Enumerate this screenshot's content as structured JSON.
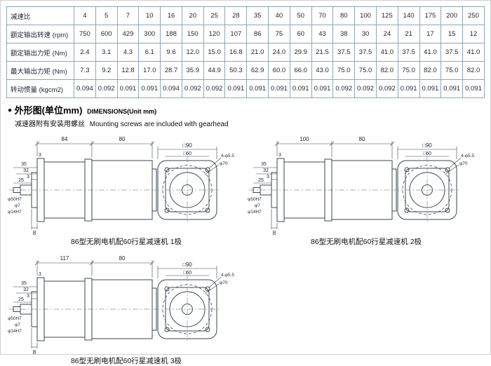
{
  "table": {
    "col_header": "减速比",
    "ratios": [
      "4",
      "5",
      "7",
      "10",
      "16",
      "20",
      "25",
      "28",
      "35",
      "40",
      "50",
      "70",
      "80",
      "100",
      "125",
      "140",
      "175",
      "200",
      "250"
    ],
    "rows": [
      {
        "label": "额定输出转速 (rpm)",
        "values": [
          "750",
          "600",
          "429",
          "300",
          "188",
          "150",
          "120",
          "107",
          "86",
          "75",
          "60",
          "43",
          "38",
          "30",
          "24",
          "21",
          "17",
          "15",
          "12"
        ]
      },
      {
        "label": "额定输出力矩 (Nm)",
        "values": [
          "2.4",
          "3.1",
          "4.3",
          "6.1",
          "9.6",
          "12.0",
          "15.0",
          "16.8",
          "21.0",
          "24.0",
          "29.9",
          "21.5",
          "37.5",
          "37.5",
          "41.0",
          "37.5",
          "41.0",
          "37.5",
          "41.0"
        ]
      },
      {
        "label": "最大输出力矩 (Nm)",
        "values": [
          "7.3",
          "9.2",
          "12.8",
          "17.0",
          "28.7",
          "35.9",
          "44.9",
          "50.3",
          "62.9",
          "60.0",
          "66.0",
          "43.0",
          "75.0",
          "75.0",
          "82.0",
          "75.0",
          "82.0",
          "75.0",
          "82.0"
        ]
      },
      {
        "label": "转动惯量 (kgcm2)",
        "values": [
          "0.094",
          "0.092",
          "0.091",
          "0.091",
          "0.094",
          "0.092",
          "0.092",
          "0.091",
          "0.091",
          "0.091",
          "0.091",
          "0.091",
          "0.092",
          "0.092",
          "0.092",
          "0.091",
          "0.091",
          "0.091",
          "0.091"
        ]
      }
    ]
  },
  "section": {
    "bullet": "●",
    "title_cn": "外形图(单位mm)",
    "title_en": "DIMENSIONS(Unit mm)",
    "note_cn": "减速器附有安装用螺丝",
    "note_en": "Mounting screws are included with gearhead"
  },
  "front": {
    "outer": "□90",
    "inner": "□60",
    "circle": "φ70",
    "holes": "4-φ5.5"
  },
  "drawings": [
    {
      "caption": "86型无刷电机配60行星减速机 1极",
      "len_gear": "84",
      "len_motor": "80",
      "dims": {
        "l35": "35",
        "l32": "32",
        "l3a": "3",
        "l25": "25",
        "l3b": "3",
        "boss": "φ50H7",
        "tip": "φ7",
        "shaft": "φ14H7",
        "b8": "8"
      }
    },
    {
      "caption": "86型无刷电机配60行星减速机 2极",
      "len_gear": "100",
      "len_motor": "80",
      "dims": {
        "l35": "35",
        "l32": "32",
        "l3a": "3",
        "l25": "25",
        "l3b": "3",
        "boss": "φ50H7",
        "tip": "φ7",
        "shaft": "φ14H7",
        "b8": "8"
      }
    },
    {
      "caption": "86型无刷电机配60行星减速机 3极",
      "len_gear": "117",
      "len_motor": "80",
      "dims": {
        "l35": "35",
        "l32": "32",
        "l3a": "3",
        "l25": "25",
        "l3b": "3",
        "boss": "φ50H7",
        "tip": "φ7",
        "shaft": "φ14H7",
        "b8": "8"
      }
    }
  ]
}
